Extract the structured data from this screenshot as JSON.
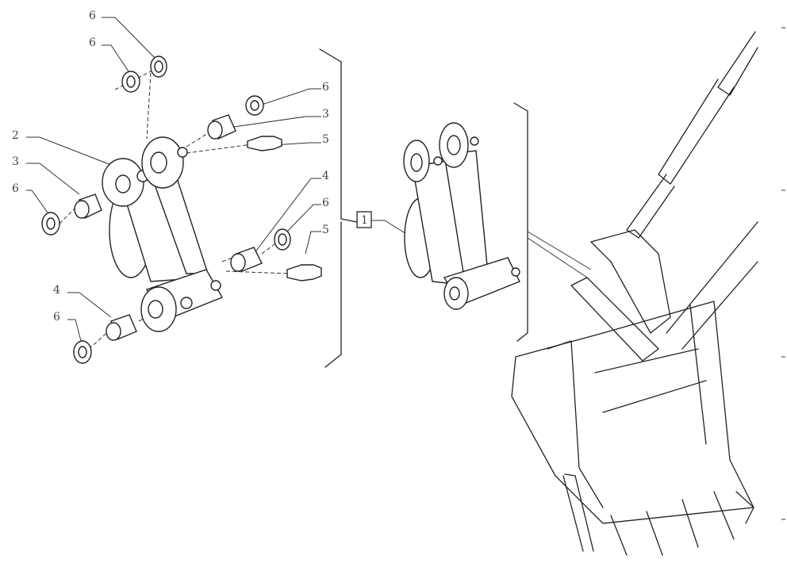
{
  "callouts": {
    "ring_top_upper": "6",
    "ring_top_lower": "6",
    "link_left": "2",
    "bushing_left": "3",
    "ring_left": "6",
    "ring_right_upper": "6",
    "bushing_right_upper": "3",
    "grease_fitting_upper": "5",
    "bushing_right_lower": "4",
    "ring_right_lower": "6",
    "grease_fitting_lower": "5",
    "bushing_bottom": "4",
    "ring_bottom": "6"
  },
  "assembly_ref": "1"
}
